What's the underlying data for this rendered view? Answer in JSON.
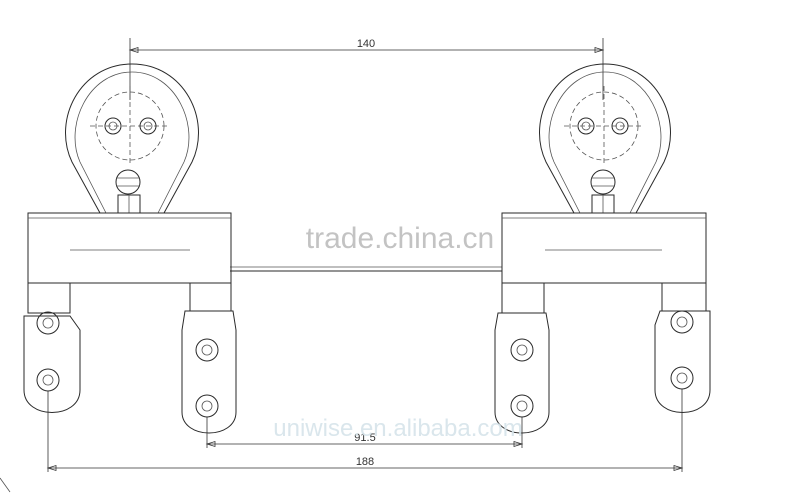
{
  "dimensions": {
    "top_span": "140",
    "inner_span": "91.5",
    "overall_span": "188"
  },
  "watermarks": {
    "center": "trade.china.cn",
    "bottom": "uniwise.en.alibaba.com"
  },
  "colors": {
    "line": "#2a2a2a",
    "watermark_center": "#b9b9b9",
    "watermark_bottom": "#d6e4ea"
  }
}
